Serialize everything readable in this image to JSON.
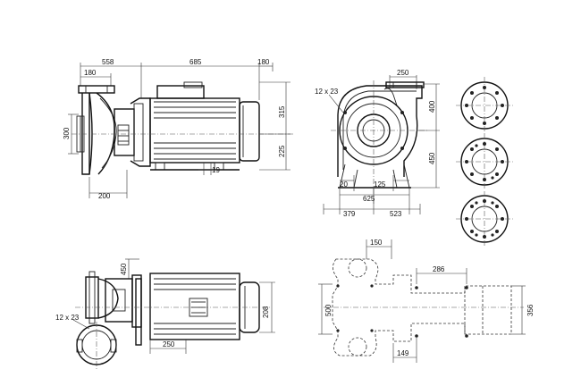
{
  "drawing": {
    "front_view": {
      "dims": [
        "558",
        "685",
        "180",
        "180",
        "315",
        "225",
        "300",
        "19",
        "200"
      ]
    },
    "side_view": {
      "dims": [
        "250",
        "12 x 23",
        "400",
        "450",
        "20",
        "125",
        "625",
        "379",
        "523"
      ]
    },
    "top_view": {
      "dims": [
        "450",
        "208",
        "12 x 23",
        "250"
      ]
    },
    "outline_view": {
      "dims": [
        "150",
        "286",
        "500",
        "356",
        "149"
      ]
    }
  }
}
